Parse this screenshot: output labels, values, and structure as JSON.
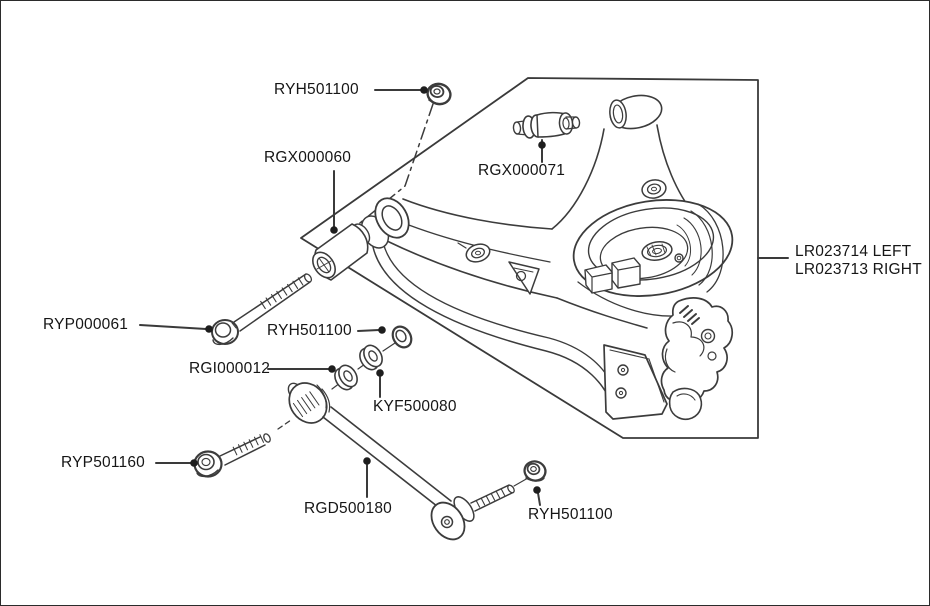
{
  "diagram": {
    "type": "exploded-parts-diagram",
    "colors": {
      "background": "#ffffff",
      "line": "#3c3c3c",
      "text": "#161616",
      "leader_dot": "#1e1e1e"
    },
    "labels": {
      "nut_top": "RYH501100",
      "bushing_front": "RGX000060",
      "bushing_arm": "RGX000071",
      "arm_left": "LR023714 LEFT",
      "arm_right": "LR023713 RIGHT",
      "bolt_front": "RYP000061",
      "nut_mid": "RYH501100",
      "washer_inner": "RGI000012",
      "washer_outer": "KYF500080",
      "bolt_lower": "RYP501160",
      "link_rod": "RGD500180",
      "nut_lower": "RYH501100"
    }
  }
}
